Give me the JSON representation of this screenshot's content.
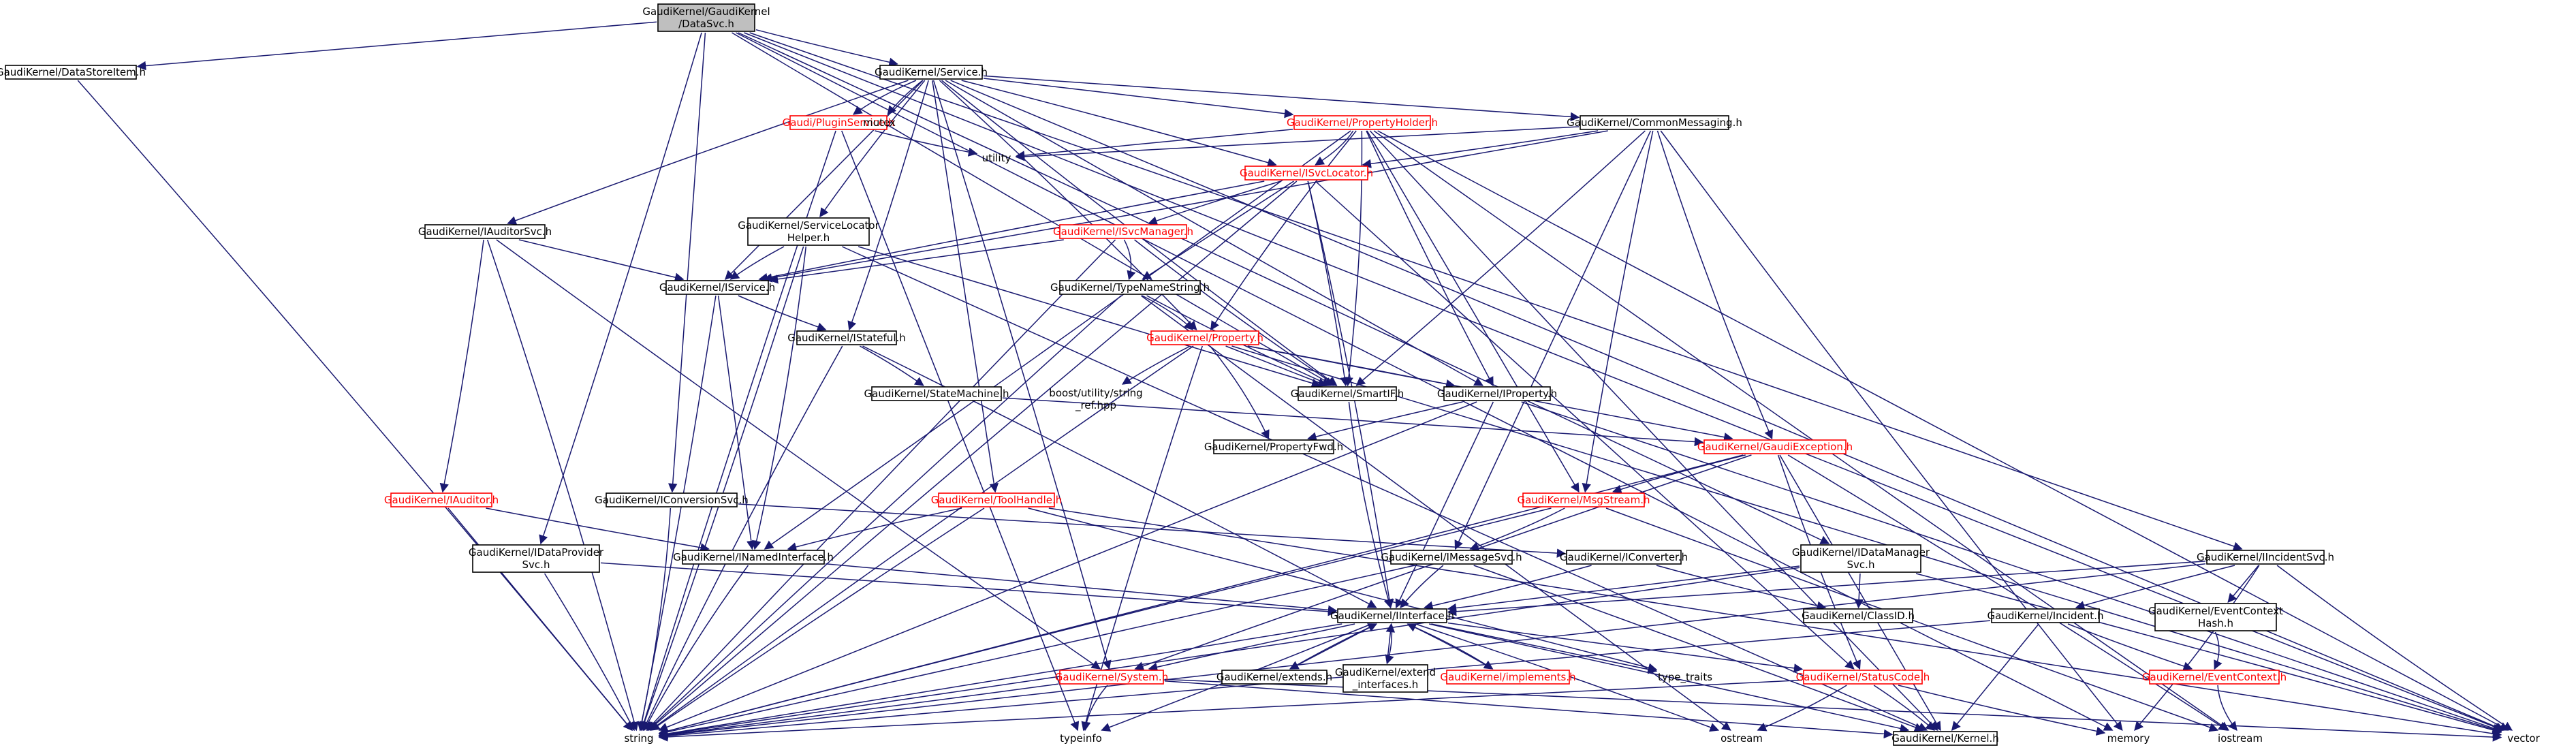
{
  "nodes": [
    {
      "id": "datasvc",
      "lines": [
        "GaudiKernel/GaudiKernel",
        "/DataSvc.h"
      ],
      "style": "root"
    },
    {
      "id": "datastoreitem",
      "lines": [
        "GaudiKernel/DataStoreItem.h"
      ],
      "style": "plain"
    },
    {
      "id": "service",
      "lines": [
        "GaudiKernel/Service.h"
      ],
      "style": "plain"
    },
    {
      "id": "pluginservice",
      "lines": [
        "Gaudi/PluginService.h"
      ],
      "style": "red"
    },
    {
      "id": "mutex",
      "lines": [
        "mutex"
      ],
      "style": "none"
    },
    {
      "id": "propertyholder",
      "lines": [
        "GaudiKernel/PropertyHolder.h"
      ],
      "style": "red"
    },
    {
      "id": "commonmessaging",
      "lines": [
        "GaudiKernel/CommonMessaging.h"
      ],
      "style": "plain"
    },
    {
      "id": "utility",
      "lines": [
        "utility"
      ],
      "style": "none"
    },
    {
      "id": "isvclocator",
      "lines": [
        "GaudiKernel/ISvcLocator.h"
      ],
      "style": "red"
    },
    {
      "id": "iauditorsvc",
      "lines": [
        "GaudiKernel/IAuditorSvc.h"
      ],
      "style": "plain"
    },
    {
      "id": "servicelocatorhelper",
      "lines": [
        "GaudiKernel/ServiceLocator",
        "Helper.h"
      ],
      "style": "plain"
    },
    {
      "id": "isvcmanager",
      "lines": [
        "GaudiKernel/ISvcManager.h"
      ],
      "style": "red"
    },
    {
      "id": "iservice",
      "lines": [
        "GaudiKernel/IService.h"
      ],
      "style": "plain"
    },
    {
      "id": "typenamestring",
      "lines": [
        "GaudiKernel/TypeNameString.h"
      ],
      "style": "plain"
    },
    {
      "id": "istateful",
      "lines": [
        "GaudiKernel/IStateful.h"
      ],
      "style": "plain"
    },
    {
      "id": "property",
      "lines": [
        "GaudiKernel/Property.h"
      ],
      "style": "red"
    },
    {
      "id": "statemachine",
      "lines": [
        "GaudiKernel/StateMachine.h"
      ],
      "style": "plain"
    },
    {
      "id": "stringref",
      "lines": [
        "boost/utility/string",
        "_ref.hpp"
      ],
      "style": "none"
    },
    {
      "id": "smartif",
      "lines": [
        "GaudiKernel/SmartIF.h"
      ],
      "style": "plain"
    },
    {
      "id": "iproperty",
      "lines": [
        "GaudiKernel/IProperty.h"
      ],
      "style": "plain"
    },
    {
      "id": "propertyfwd",
      "lines": [
        "GaudiKernel/PropertyFwd.h"
      ],
      "style": "plain"
    },
    {
      "id": "gaudiexception",
      "lines": [
        "GaudiKernel/GaudiException.h"
      ],
      "style": "red"
    },
    {
      "id": "iauditor",
      "lines": [
        "GaudiKernel/IAuditor.h"
      ],
      "style": "red"
    },
    {
      "id": "iconversionsvc",
      "lines": [
        "GaudiKernel/IConversionSvc.h"
      ],
      "style": "plain"
    },
    {
      "id": "toolhandle",
      "lines": [
        "GaudiKernel/ToolHandle.h"
      ],
      "style": "red"
    },
    {
      "id": "msgstream",
      "lines": [
        "GaudiKernel/MsgStream.h"
      ],
      "style": "red"
    },
    {
      "id": "idataprovidersvc",
      "lines": [
        "GaudiKernel/IDataProvider",
        "Svc.h"
      ],
      "style": "plain"
    },
    {
      "id": "inamedinterface",
      "lines": [
        "GaudiKernel/INamedInterface.h"
      ],
      "style": "plain"
    },
    {
      "id": "imessagesvc",
      "lines": [
        "GaudiKernel/IMessageSvc.h"
      ],
      "style": "plain"
    },
    {
      "id": "iconverter",
      "lines": [
        "GaudiKernel/IConverter.h"
      ],
      "style": "plain"
    },
    {
      "id": "idatamanagersvc",
      "lines": [
        "GaudiKernel/IDataManager",
        "Svc.h"
      ],
      "style": "plain"
    },
    {
      "id": "iincidentsvc",
      "lines": [
        "GaudiKernel/IIncidentSvc.h"
      ],
      "style": "plain"
    },
    {
      "id": "classid",
      "lines": [
        "GaudiKernel/ClassID.h"
      ],
      "style": "plain"
    },
    {
      "id": "incident",
      "lines": [
        "GaudiKernel/Incident.h"
      ],
      "style": "plain"
    },
    {
      "id": "eventcontexthash",
      "lines": [
        "GaudiKernel/EventContext",
        "Hash.h"
      ],
      "style": "plain"
    },
    {
      "id": "iinterface",
      "lines": [
        "GaudiKernel/IInterface.h"
      ],
      "style": "plain"
    },
    {
      "id": "system",
      "lines": [
        "GaudiKernel/System.h"
      ],
      "style": "red"
    },
    {
      "id": "extends",
      "lines": [
        "GaudiKernel/extends.h"
      ],
      "style": "plain"
    },
    {
      "id": "extend_interfaces",
      "lines": [
        "GaudiKernel/extend",
        "_interfaces.h"
      ],
      "style": "plain"
    },
    {
      "id": "implements",
      "lines": [
        "GaudiKernel/implements.h"
      ],
      "style": "red"
    },
    {
      "id": "type_traits",
      "lines": [
        "type_traits"
      ],
      "style": "none"
    },
    {
      "id": "statuscode",
      "lines": [
        "GaudiKernel/StatusCode.h"
      ],
      "style": "red"
    },
    {
      "id": "eventcontext",
      "lines": [
        "GaudiKernel/EventContext.h"
      ],
      "style": "red"
    },
    {
      "id": "string",
      "lines": [
        "string"
      ],
      "style": "none"
    },
    {
      "id": "typeinfo",
      "lines": [
        "typeinfo"
      ],
      "style": "none"
    },
    {
      "id": "ostream",
      "lines": [
        "ostream"
      ],
      "style": "none"
    },
    {
      "id": "kernel",
      "lines": [
        "GaudiKernel/Kernel.h"
      ],
      "style": "plain"
    },
    {
      "id": "memory",
      "lines": [
        "memory"
      ],
      "style": "none"
    },
    {
      "id": "iostream",
      "lines": [
        "iostream"
      ],
      "style": "none"
    },
    {
      "id": "vector",
      "lines": [
        "vector"
      ],
      "style": "none"
    }
  ],
  "edges": [
    [
      "datasvc",
      "datastoreitem"
    ],
    [
      "datasvc",
      "service"
    ],
    [
      "datasvc",
      "iconversionsvc"
    ],
    [
      "datasvc",
      "idataprovidersvc"
    ],
    [
      "datasvc",
      "idatamanagersvc"
    ],
    [
      "datasvc",
      "iincidentsvc"
    ],
    [
      "datasvc",
      "smartif"
    ],
    [
      "datasvc",
      "memory"
    ],
    [
      "datasvc",
      "vector"
    ],
    [
      "datastoreitem",
      "string"
    ],
    [
      "service",
      "pluginservice"
    ],
    [
      "service",
      "mutex"
    ],
    [
      "service",
      "propertyholder"
    ],
    [
      "service",
      "commonmessaging"
    ],
    [
      "service",
      "isvclocator"
    ],
    [
      "service",
      "iauditorsvc"
    ],
    [
      "service",
      "servicelocatorhelper"
    ],
    [
      "service",
      "iservice"
    ],
    [
      "service",
      "istateful"
    ],
    [
      "service",
      "property"
    ],
    [
      "service",
      "smartif"
    ],
    [
      "service",
      "iproperty"
    ],
    [
      "service",
      "toolhandle"
    ],
    [
      "service",
      "system"
    ],
    [
      "service",
      "vector"
    ],
    [
      "pluginservice",
      "utility"
    ],
    [
      "pluginservice",
      "string"
    ],
    [
      "pluginservice",
      "typeinfo"
    ],
    [
      "propertyholder",
      "utility"
    ],
    [
      "propertyholder",
      "isvclocator"
    ],
    [
      "propertyholder",
      "property"
    ],
    [
      "propertyholder",
      "iproperty"
    ],
    [
      "propertyholder",
      "msgstream"
    ],
    [
      "propertyholder",
      "inamedinterface"
    ],
    [
      "propertyholder",
      "smartif"
    ],
    [
      "propertyholder",
      "kernel"
    ],
    [
      "propertyholder",
      "iostream"
    ],
    [
      "propertyholder",
      "vector"
    ],
    [
      "commonmessaging",
      "utility"
    ],
    [
      "commonmessaging",
      "isvclocator"
    ],
    [
      "commonmessaging",
      "gaudiexception"
    ],
    [
      "commonmessaging",
      "msgstream"
    ],
    [
      "commonmessaging",
      "imessagesvc"
    ],
    [
      "commonmessaging",
      "smartif"
    ],
    [
      "commonmessaging",
      "iservice"
    ],
    [
      "commonmessaging",
      "memory"
    ],
    [
      "isvclocator",
      "isvcmanager"
    ],
    [
      "isvclocator",
      "typenamestring"
    ],
    [
      "isvclocator",
      "smartif"
    ],
    [
      "isvclocator",
      "iinterface"
    ],
    [
      "isvclocator",
      "iservice"
    ],
    [
      "isvclocator",
      "string"
    ],
    [
      "isvclocator",
      "statuscode"
    ],
    [
      "isvcmanager",
      "iservice"
    ],
    [
      "isvcmanager",
      "typenamestring"
    ],
    [
      "isvcmanager",
      "smartif"
    ],
    [
      "isvcmanager",
      "string"
    ],
    [
      "iauditorsvc",
      "iservice"
    ],
    [
      "iauditorsvc",
      "iauditor"
    ],
    [
      "iauditorsvc",
      "string"
    ],
    [
      "iauditorsvc",
      "system"
    ],
    [
      "servicelocatorhelper",
      "iservice"
    ],
    [
      "servicelocatorhelper",
      "smartif"
    ],
    [
      "servicelocatorhelper",
      "string"
    ],
    [
      "servicelocatorhelper",
      "inamedinterface"
    ],
    [
      "servicelocatorhelper",
      "kernel"
    ],
    [
      "iservice",
      "istateful"
    ],
    [
      "iservice",
      "inamedinterface"
    ],
    [
      "iservice",
      "string"
    ],
    [
      "typenamestring",
      "property"
    ],
    [
      "typenamestring",
      "smartif"
    ],
    [
      "typenamestring",
      "string"
    ],
    [
      "typenamestring",
      "ostream"
    ],
    [
      "istateful",
      "statemachine"
    ],
    [
      "istateful",
      "iinterface"
    ],
    [
      "istateful",
      "string"
    ],
    [
      "property",
      "stringref"
    ],
    [
      "property",
      "smartif"
    ],
    [
      "property",
      "iproperty"
    ],
    [
      "property",
      "propertyfwd"
    ],
    [
      "property",
      "string"
    ],
    [
      "property",
      "typeinfo"
    ],
    [
      "property",
      "gaudiexception"
    ],
    [
      "property",
      "vector"
    ],
    [
      "statemachine",
      "gaudiexception"
    ],
    [
      "smartif",
      "iinterface"
    ],
    [
      "iproperty",
      "propertyfwd"
    ],
    [
      "iproperty",
      "iinterface"
    ],
    [
      "iproperty",
      "string"
    ],
    [
      "iproperty",
      "vector"
    ],
    [
      "gaudiexception",
      "msgstream"
    ],
    [
      "gaudiexception",
      "statuscode"
    ],
    [
      "gaudiexception",
      "kernel"
    ],
    [
      "gaudiexception",
      "string"
    ],
    [
      "gaudiexception",
      "iostream"
    ],
    [
      "gaudiexception",
      "system"
    ],
    [
      "iauditor",
      "inamedinterface"
    ],
    [
      "iauditor",
      "string"
    ],
    [
      "iconversionsvc",
      "iconverter"
    ],
    [
      "iconversionsvc",
      "string"
    ],
    [
      "toolhandle",
      "inamedinterface"
    ],
    [
      "toolhandle",
      "string"
    ],
    [
      "toolhandle",
      "type_traits"
    ],
    [
      "toolhandle",
      "vector"
    ],
    [
      "msgstream",
      "imessagesvc"
    ],
    [
      "msgstream",
      "string"
    ],
    [
      "msgstream",
      "iostream"
    ],
    [
      "idataprovidersvc",
      "iinterface"
    ],
    [
      "idataprovidersvc",
      "string"
    ],
    [
      "inamedinterface",
      "iinterface"
    ],
    [
      "inamedinterface",
      "string"
    ],
    [
      "imessagesvc",
      "iinterface"
    ],
    [
      "imessagesvc",
      "string"
    ],
    [
      "imessagesvc",
      "kernel"
    ],
    [
      "iconverter",
      "iinterface"
    ],
    [
      "iconverter",
      "classid"
    ],
    [
      "idatamanagersvc",
      "iinterface"
    ],
    [
      "idatamanagersvc",
      "classid"
    ],
    [
      "idatamanagersvc",
      "string"
    ],
    [
      "idatamanagersvc",
      "vector"
    ],
    [
      "iincidentsvc",
      "iinterface"
    ],
    [
      "iincidentsvc",
      "incident"
    ],
    [
      "iincidentsvc",
      "eventcontexthash"
    ],
    [
      "iincidentsvc",
      "string"
    ],
    [
      "iincidentsvc",
      "memory"
    ],
    [
      "iincidentsvc",
      "vector"
    ],
    [
      "incident",
      "eventcontext"
    ],
    [
      "incident",
      "kernel"
    ],
    [
      "incident",
      "string"
    ],
    [
      "eventcontexthash",
      "eventcontext"
    ],
    [
      "eventcontext",
      "iostream"
    ],
    [
      "iinterface",
      "system"
    ],
    [
      "iinterface",
      "extends"
    ],
    [
      "iinterface",
      "extend_interfaces"
    ],
    [
      "iinterface",
      "implements"
    ],
    [
      "iinterface",
      "statuscode"
    ],
    [
      "iinterface",
      "kernel"
    ],
    [
      "iinterface",
      "type_traits"
    ],
    [
      "iinterface",
      "typeinfo"
    ],
    [
      "iinterface",
      "ostream"
    ],
    [
      "iinterface",
      "string"
    ],
    [
      "extends",
      "iinterface"
    ],
    [
      "extend_interfaces",
      "iinterface"
    ],
    [
      "implements",
      "iinterface"
    ],
    [
      "system",
      "string"
    ],
    [
      "system",
      "typeinfo"
    ],
    [
      "system",
      "kernel"
    ],
    [
      "system",
      "vector"
    ],
    [
      "statuscode",
      "kernel"
    ],
    [
      "statuscode",
      "ostream"
    ],
    [
      "statuscode",
      "memory"
    ],
    [
      "statuscode",
      "string"
    ]
  ]
}
